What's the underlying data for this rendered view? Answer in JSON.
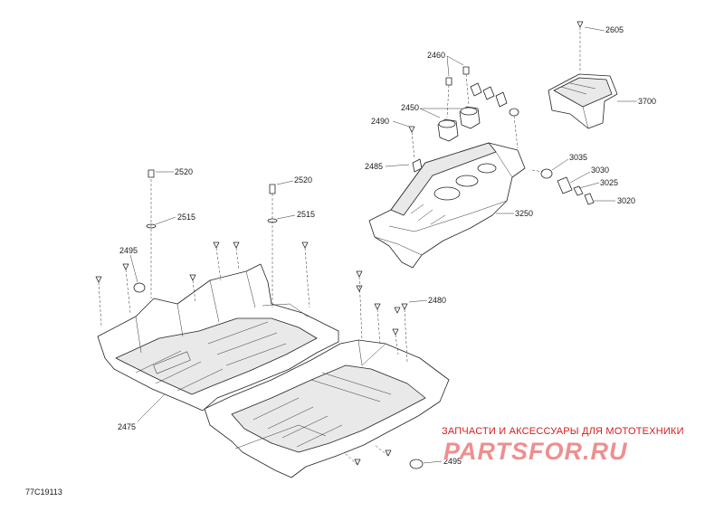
{
  "diagram": {
    "reference_code": "77C19113",
    "watermark": {
      "tagline": "ЗАПЧАСТИ И АКСЕССУАРЫ ДЛЯ МОТОТЕХНИКИ",
      "logo": "PARTSFOR.RU"
    },
    "callouts": [
      {
        "id": "2605",
        "label": "2605"
      },
      {
        "id": "2460",
        "label": "2460"
      },
      {
        "id": "3700",
        "label": "3700"
      },
      {
        "id": "2450",
        "label": "2450"
      },
      {
        "id": "2490",
        "label": "2490"
      },
      {
        "id": "3035",
        "label": "3035"
      },
      {
        "id": "2485",
        "label": "2485"
      },
      {
        "id": "3030",
        "label": "3030"
      },
      {
        "id": "3025",
        "label": "3025"
      },
      {
        "id": "3020",
        "label": "3020"
      },
      {
        "id": "3250",
        "label": "3250"
      },
      {
        "id": "2520a",
        "label": "2520"
      },
      {
        "id": "2520b",
        "label": "2520"
      },
      {
        "id": "2515a",
        "label": "2515"
      },
      {
        "id": "2515b",
        "label": "2515"
      },
      {
        "id": "2495a",
        "label": "2495"
      },
      {
        "id": "2480",
        "label": "2480"
      },
      {
        "id": "2475",
        "label": "2475"
      },
      {
        "id": "2495b",
        "label": "2495"
      }
    ]
  }
}
